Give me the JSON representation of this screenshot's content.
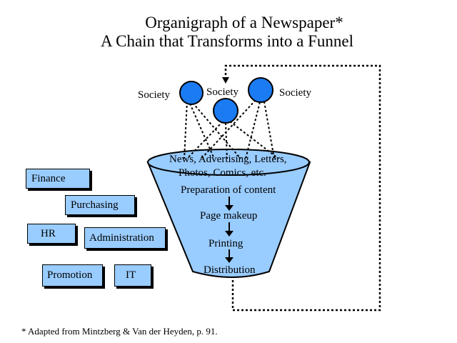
{
  "title": {
    "line1": "Organigraph of a Newspaper*",
    "line2": "A Chain that Transforms into a Funnel"
  },
  "society": {
    "left_label": "Society",
    "center_label": "Society",
    "right_label": "Society"
  },
  "funnel": {
    "top_line1": "News, Advertising, Letters,",
    "top_line2": "Photos, Comics, etc.",
    "steps": [
      "Preparation of content",
      "Page makeup",
      "Printing",
      "Distribution"
    ]
  },
  "departments": {
    "finance": "Finance",
    "purchasing": "Purchasing",
    "hr": "HR",
    "administration": "Administration",
    "promotion": "Promotion",
    "it": "IT"
  },
  "footnote": "* Adapted from Mintzberg & Van der Heyden, p. 91.",
  "colors": {
    "circle_fill": "#1a7bf2",
    "funnel_fill": "#99ccff",
    "box_fill": "#99ccff",
    "outline": "#000000"
  }
}
